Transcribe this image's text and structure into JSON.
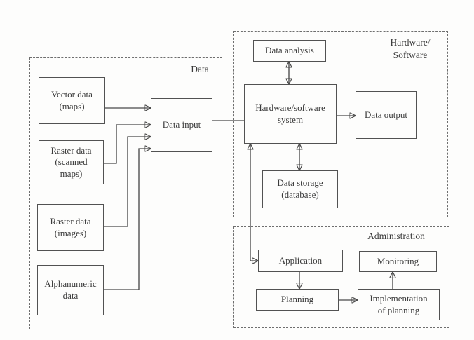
{
  "diagram": {
    "regions": {
      "data": {
        "label": "Data"
      },
      "hardware_software": {
        "label": "Hardware/\nSoftware"
      },
      "administration": {
        "label": "Administration"
      }
    },
    "nodes": {
      "vector_data": {
        "label": "Vector data\n(maps)"
      },
      "raster_scanned": {
        "label": "Raster data\n(scanned\nmaps)"
      },
      "raster_images": {
        "label": "Raster data\n(images)"
      },
      "alphanumeric": {
        "label": "Alphanumeric\ndata"
      },
      "data_input": {
        "label": "Data input"
      },
      "data_analysis": {
        "label": "Data analysis"
      },
      "hw_sw_system": {
        "label": "Hardware/software\nsystem"
      },
      "data_output": {
        "label": "Data output"
      },
      "data_storage": {
        "label": "Data storage\n(database)"
      },
      "application": {
        "label": "Application"
      },
      "monitoring": {
        "label": "Monitoring"
      },
      "planning": {
        "label": "Planning"
      },
      "implementation": {
        "label": "Implementation\nof planning"
      }
    },
    "edges": [
      {
        "from": "vector_data",
        "to": "data_input",
        "arrow": "end"
      },
      {
        "from": "raster_scanned",
        "to": "data_input",
        "arrow": "end"
      },
      {
        "from": "raster_images",
        "to": "data_input",
        "arrow": "end"
      },
      {
        "from": "alphanumeric",
        "to": "data_input",
        "arrow": "end"
      },
      {
        "from": "data_input",
        "to": "hw_sw_system",
        "arrow": "none"
      },
      {
        "from": "data_analysis",
        "to": "hw_sw_system",
        "arrow": "both"
      },
      {
        "from": "hw_sw_system",
        "to": "data_output",
        "arrow": "end"
      },
      {
        "from": "hw_sw_system",
        "to": "data_storage",
        "arrow": "both"
      },
      {
        "from": "hw_sw_system",
        "to": "application",
        "arrow": "both"
      },
      {
        "from": "application",
        "to": "planning",
        "arrow": "end"
      },
      {
        "from": "planning",
        "to": "implementation",
        "arrow": "end"
      },
      {
        "from": "implementation",
        "to": "monitoring",
        "arrow": "end"
      }
    ],
    "colors": {
      "line": "#4a4a4a",
      "box_border": "#525252",
      "dashed_border": "#6e6e6e",
      "text": "#3b3b3b",
      "background": "#fdfdfc"
    }
  }
}
